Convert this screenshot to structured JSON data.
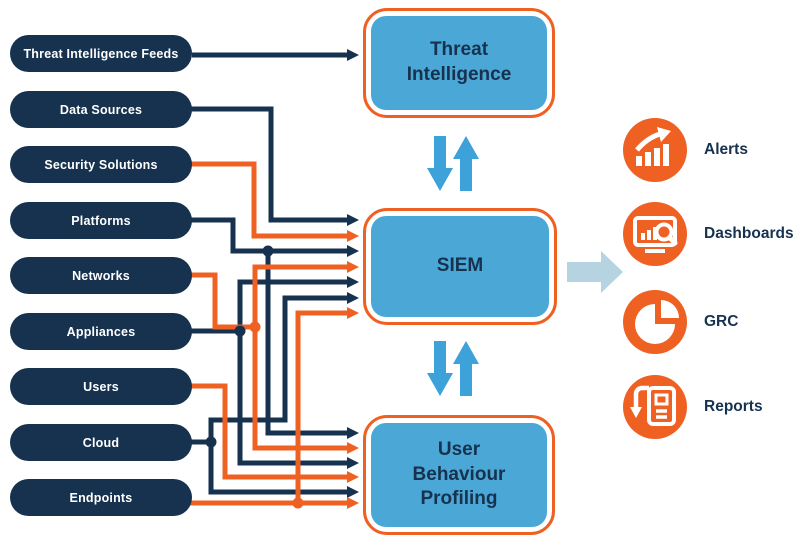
{
  "colors": {
    "navy": "#16324F",
    "orange": "#EF6023",
    "node_fill_blue": "#4BA7D6",
    "exchange_arrow_blue": "#3DA2DA",
    "output_arrow_pale_blue": "#B6D3E2",
    "label_text": "#16324F",
    "pill_text": "#FFFFFF"
  },
  "sources": [
    {
      "label": "Threat Intelligence Feeds",
      "line_color": "navy",
      "targets": [
        "Threat Intelligence"
      ]
    },
    {
      "label": "Data Sources",
      "line_color": "navy",
      "targets": [
        "SIEM"
      ]
    },
    {
      "label": "Security Solutions",
      "line_color": "orange",
      "targets": [
        "SIEM"
      ]
    },
    {
      "label": "Platforms",
      "line_color": "navy",
      "targets": [
        "SIEM",
        "User Behaviour Profiling"
      ]
    },
    {
      "label": "Networks",
      "line_color": "orange",
      "targets": [
        "SIEM",
        "User Behaviour Profiling"
      ]
    },
    {
      "label": "Appliances",
      "line_color": "navy",
      "targets": [
        "SIEM",
        "User Behaviour Profiling"
      ]
    },
    {
      "label": "Users",
      "line_color": "orange",
      "targets": [
        "User Behaviour Profiling"
      ]
    },
    {
      "label": "Cloud",
      "line_color": "navy",
      "targets": [
        "SIEM",
        "User Behaviour Profiling"
      ]
    },
    {
      "label": "Endpoints",
      "line_color": "orange",
      "targets": [
        "SIEM",
        "User Behaviour Profiling"
      ]
    }
  ],
  "nodes": {
    "threat_intelligence": {
      "label": "Threat\nIntelligence"
    },
    "siem": {
      "label": "SIEM"
    },
    "user_behaviour_profiling": {
      "label": "User\nBehaviour\nProfiling"
    }
  },
  "relations": {
    "threat_intelligence_siem": "bidirectional",
    "siem_user_behaviour_profiling": "bidirectional",
    "siem_to_outputs": "one-way"
  },
  "outputs": [
    {
      "label": "Alerts",
      "icon": "rising-bar-chart-icon"
    },
    {
      "label": "Dashboards",
      "icon": "dashboard-monitor-magnifier-icon"
    },
    {
      "label": "GRC",
      "icon": "pie-chart-icon"
    },
    {
      "label": "Reports",
      "icon": "report-document-arrow-icon"
    }
  ]
}
